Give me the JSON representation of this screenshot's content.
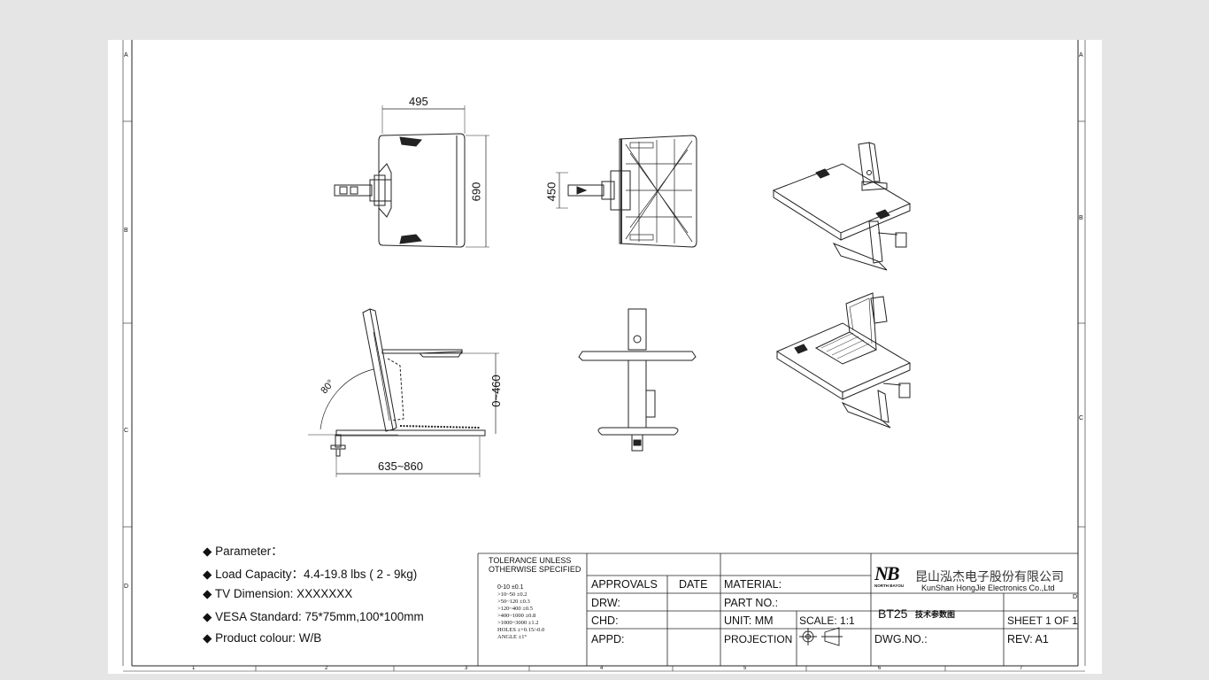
{
  "dimensions": {
    "width_top": "495",
    "depth_top": "690",
    "depth_bottom": "450",
    "height_range": "0~460",
    "reach_range": "635~860",
    "angle": "80°"
  },
  "parameters": {
    "bullet": "◆",
    "title": "Parameter：",
    "load_capacity": "Load Capacity：4.4-19.8 lbs ( 2 - 9kg)",
    "tv_dimension": "TV Dimension:  XXXXXXX",
    "vesa_standard": "VESA Standard: 75*75mm,100*100mm",
    "product_colour": "Product colour: W/B"
  },
  "tolerance": {
    "header_1": "TOLERANCE UNLESS",
    "header_2": "OTHERWISE SPECIFIED",
    "rows": [
      "0-10    ±0.1",
      ">10~50      ±0.2",
      ">50~120     ±0.3",
      ">120~400    ±0.5",
      ">400~1000   ±0.8",
      ">1000~3000  ±1.2",
      "HOLES  ±+0.15/-0.0",
      "ANGLE  ±1°"
    ]
  },
  "title_block": {
    "approvals": "APPROVALS",
    "date": "DATE",
    "material": "MATERIAL:",
    "drw": "DRW:",
    "part_no": "PART NO.:",
    "chd": "CHD:",
    "unit": "UNIT:  MM",
    "scale": "SCALE:  1:1",
    "appd": "APPD:",
    "projection": "PROJECTION",
    "dwg_no": "DWG.NO.:",
    "rev": "REV:  A1",
    "model": "BT25",
    "doc_type": "技术参数图",
    "sheet": "SHEET 1 OF 1"
  },
  "company": {
    "logo": "NB",
    "logo_sub": "NORTH BAYOU",
    "name_cn": "昆山泓杰电子股份有限公司",
    "name_en": "KunShan HongJie  Electronics Co.,Ltd"
  },
  "frame": {
    "rows": [
      "A",
      "B",
      "C",
      "D"
    ],
    "cols": [
      "1",
      "2",
      "3",
      "4",
      "5",
      "6",
      "7"
    ]
  }
}
